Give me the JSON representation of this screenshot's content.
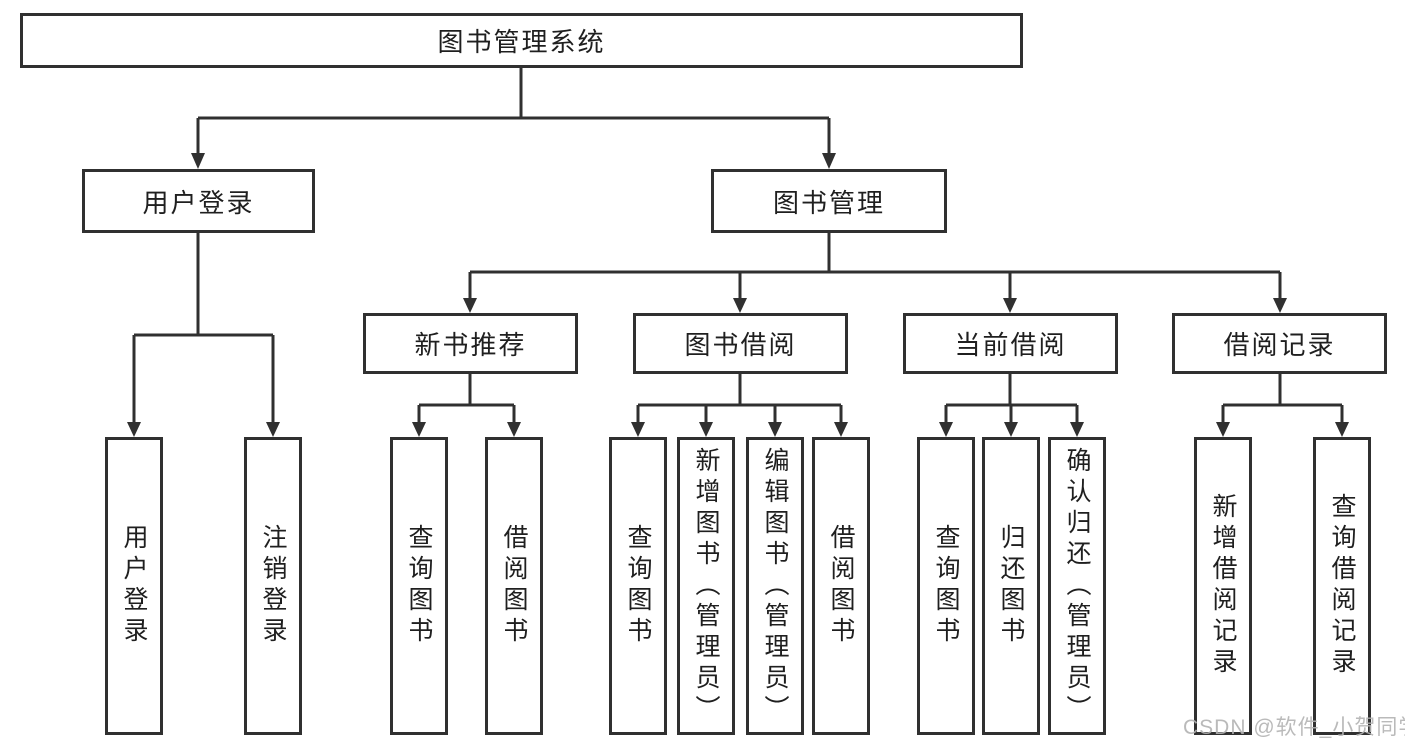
{
  "diagram": {
    "root": {
      "label": "图书管理系统"
    },
    "branches": [
      {
        "label": "用户登录",
        "children": [
          {
            "label": "用户登录"
          },
          {
            "label": "注销登录"
          }
        ]
      },
      {
        "label": "图书管理",
        "children": [
          {
            "label": "新书推荐",
            "children": [
              {
                "label": "查询图书"
              },
              {
                "label": "借阅图书"
              }
            ]
          },
          {
            "label": "图书借阅",
            "children": [
              {
                "label": "查询图书"
              },
              {
                "label": "新增图书（管理员）"
              },
              {
                "label": "编辑图书（管理员）"
              },
              {
                "label": "借阅图书"
              }
            ]
          },
          {
            "label": "当前借阅",
            "children": [
              {
                "label": "查询图书"
              },
              {
                "label": "归还图书"
              },
              {
                "label": "确认归还（管理员）"
              }
            ]
          },
          {
            "label": "借阅记录",
            "children": [
              {
                "label": "新增借阅记录"
              },
              {
                "label": "查询借阅记录"
              }
            ]
          }
        ]
      }
    ]
  },
  "watermark": {
    "text": "CSDN @软件_小贺同学"
  },
  "colors": {
    "line": "#303030",
    "text": "#1f1f1f",
    "background": "#ffffff",
    "watermark": "#b3b3b3"
  }
}
